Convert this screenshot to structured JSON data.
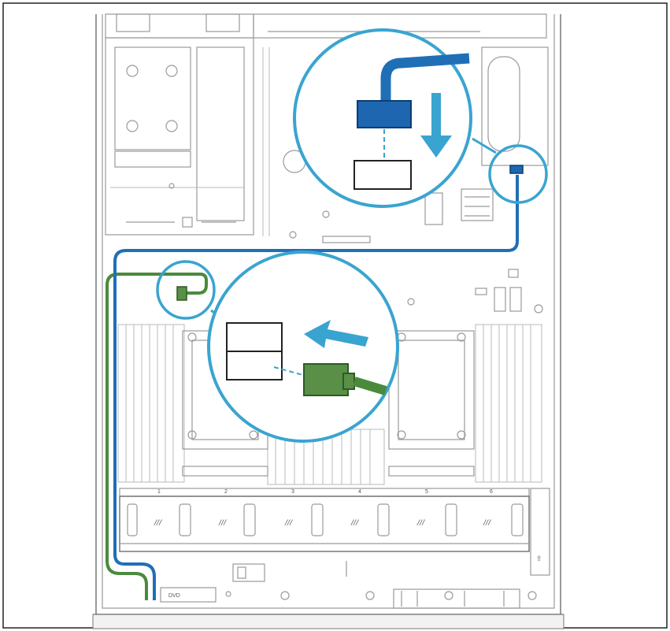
{
  "diagram": {
    "subject": "server chassis cable routing illustration",
    "cable_colors": {
      "blue_cable": "#1f6fb6",
      "green_cable": "#4a8a3c",
      "callout_ring": "#3aa4d0"
    },
    "connector_colors": {
      "blue_connector": "#1e66b0",
      "green_connector": "#5a8f48"
    },
    "labels": {
      "dvd_label": "DVD",
      "fan_labels": [
        "1",
        "2",
        "3",
        "4",
        "5",
        "6"
      ]
    }
  }
}
